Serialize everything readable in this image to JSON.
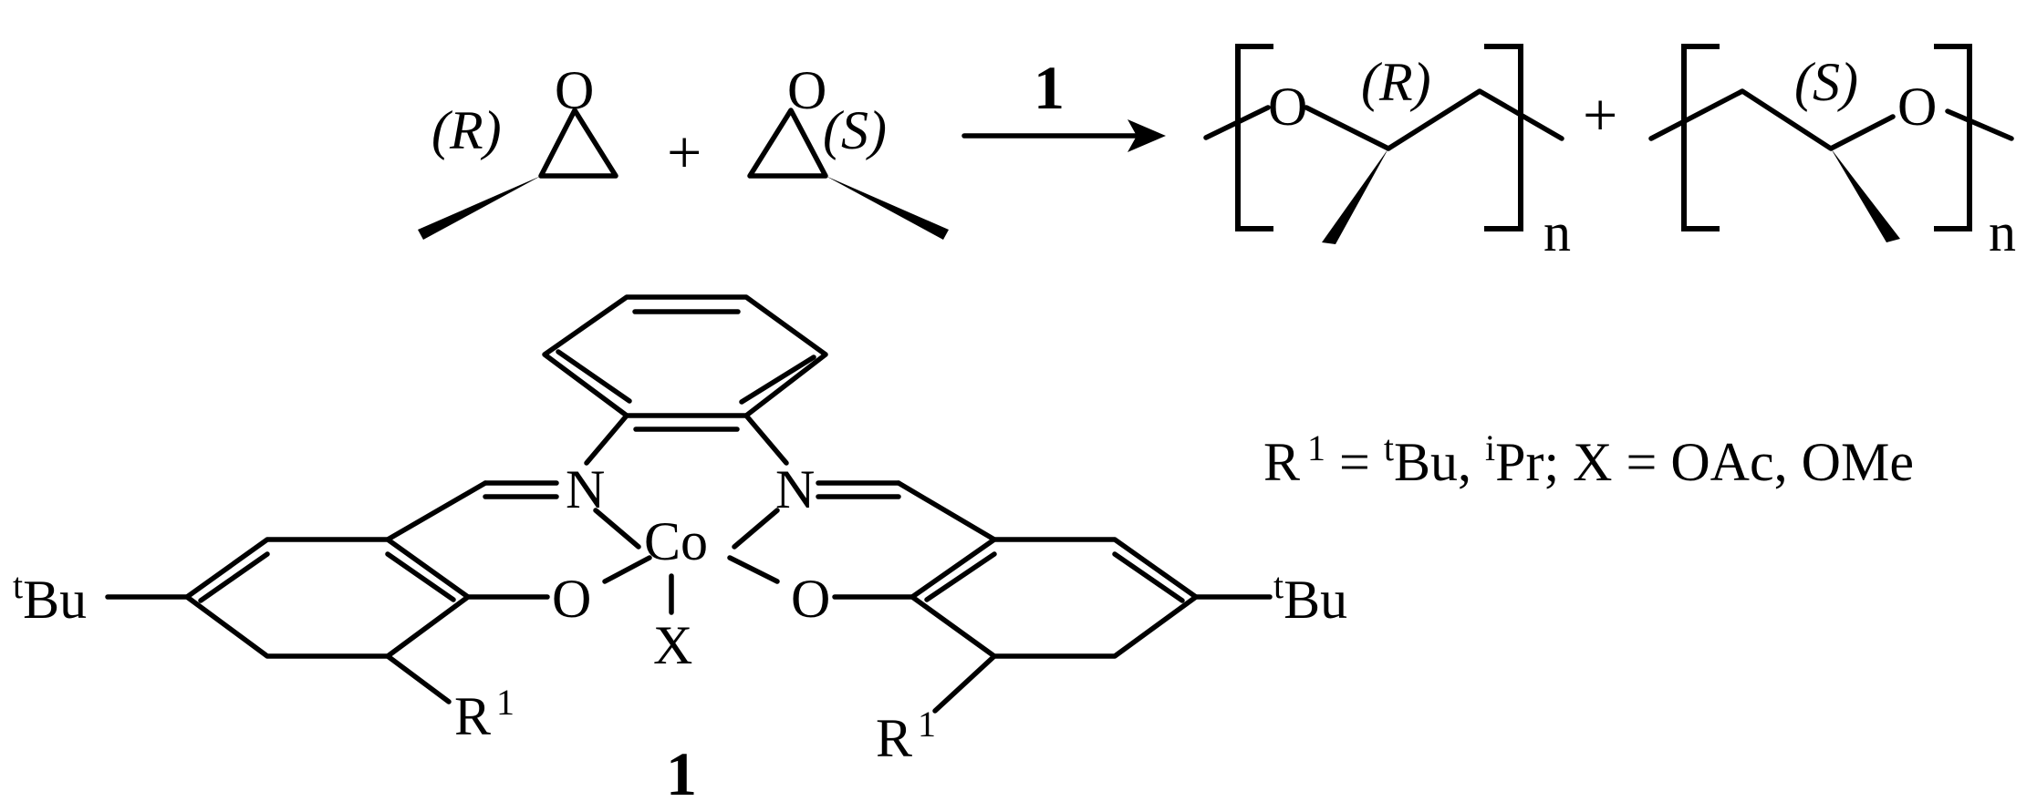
{
  "reaction": {
    "epoxide_r": {
      "atom": "O",
      "stereo": "(R)"
    },
    "plus_1": "+",
    "epoxide_s": {
      "atom": "O",
      "stereo": "(S)"
    },
    "arrow_label": "1",
    "polymer_r": {
      "atom": "O",
      "stereo": "(R)",
      "subscript": "n"
    },
    "plus_2": "+",
    "polymer_s": {
      "atom": "O",
      "stereo": "(S)",
      "subscript": "n"
    }
  },
  "catalyst": {
    "label": "1",
    "metal": "Co",
    "axial": "X",
    "n_left": "N",
    "n_right": "N",
    "o_left": "O",
    "o_right": "O",
    "tbu_left": {
      "sup": "t",
      "text": "Bu"
    },
    "tbu_right": {
      "sup": "t",
      "text": "Bu"
    },
    "r1_left": {
      "text": "R",
      "sup": "1"
    },
    "r1_right": {
      "text": "R",
      "sup": "1"
    }
  },
  "legend": {
    "r": "R",
    "r_sup": "1",
    "eq1": " = ",
    "t_sup": "t",
    "bu": "Bu, ",
    "i_sup": "i",
    "pr": "Pr; X = OAc, OMe"
  }
}
